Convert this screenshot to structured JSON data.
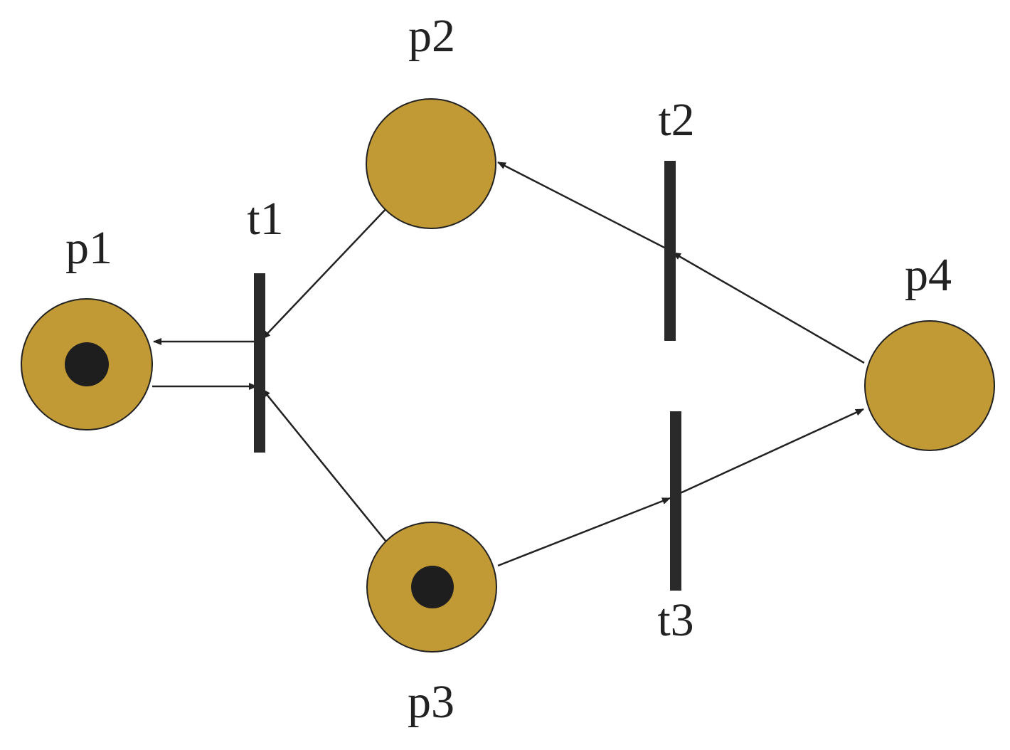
{
  "diagram": {
    "type": "petri-net",
    "colors": {
      "place_fill": "#C29A35",
      "place_stroke": "#222222",
      "token": "#1E1E1E",
      "transition": "#2A2A2A",
      "arc": "#222222",
      "label": "#222222"
    },
    "places": [
      {
        "id": "p1",
        "label": "p1",
        "tokens": 1
      },
      {
        "id": "p2",
        "label": "p2",
        "tokens": 0
      },
      {
        "id": "p3",
        "label": "p3",
        "tokens": 1
      },
      {
        "id": "p4",
        "label": "p4",
        "tokens": 0
      }
    ],
    "transitions": [
      {
        "id": "t1",
        "label": "t1"
      },
      {
        "id": "t2",
        "label": "t2"
      },
      {
        "id": "t3",
        "label": "t3"
      }
    ],
    "arcs": [
      {
        "from": "t1",
        "to": "p1"
      },
      {
        "from": "p1",
        "to": "t1"
      },
      {
        "from": "p2",
        "to": "t1"
      },
      {
        "from": "p3",
        "to": "t1"
      },
      {
        "from": "p4",
        "to": "t2"
      },
      {
        "from": "t2",
        "to": "p2"
      },
      {
        "from": "p3",
        "to": "t3"
      },
      {
        "from": "t3",
        "to": "p4"
      }
    ]
  }
}
